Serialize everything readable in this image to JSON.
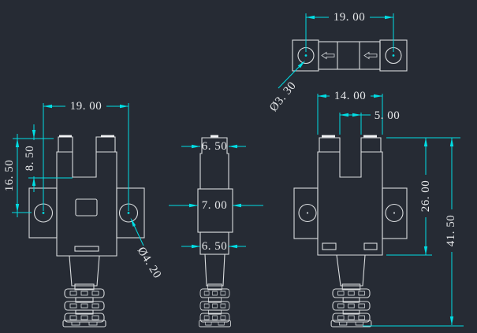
{
  "drawing": {
    "background_color": "#262b34",
    "geometry_color": "#d9dcde",
    "dimension_color": "#00dde3",
    "text_color": "#e6e8ea"
  },
  "views": {
    "top": {
      "dims": {
        "hole_spacing": "19. 00",
        "hole_diameter": "Ø3. 30"
      }
    },
    "front": {
      "dims": {
        "hole_spacing": "19. 00",
        "top_to_hole_center": "16. 50",
        "slot_depth": "8. 50",
        "hole_diameter": "Ø4. 20"
      }
    },
    "side": {
      "dims": {
        "top_width": "6. 50",
        "middle_width": "7. 00",
        "bottom_width": "6. 50"
      }
    },
    "back": {
      "dims": {
        "body_width": "14. 00",
        "slot_width": "5. 00",
        "body_height": "26. 00",
        "overall_height": "41. 50"
      }
    }
  }
}
